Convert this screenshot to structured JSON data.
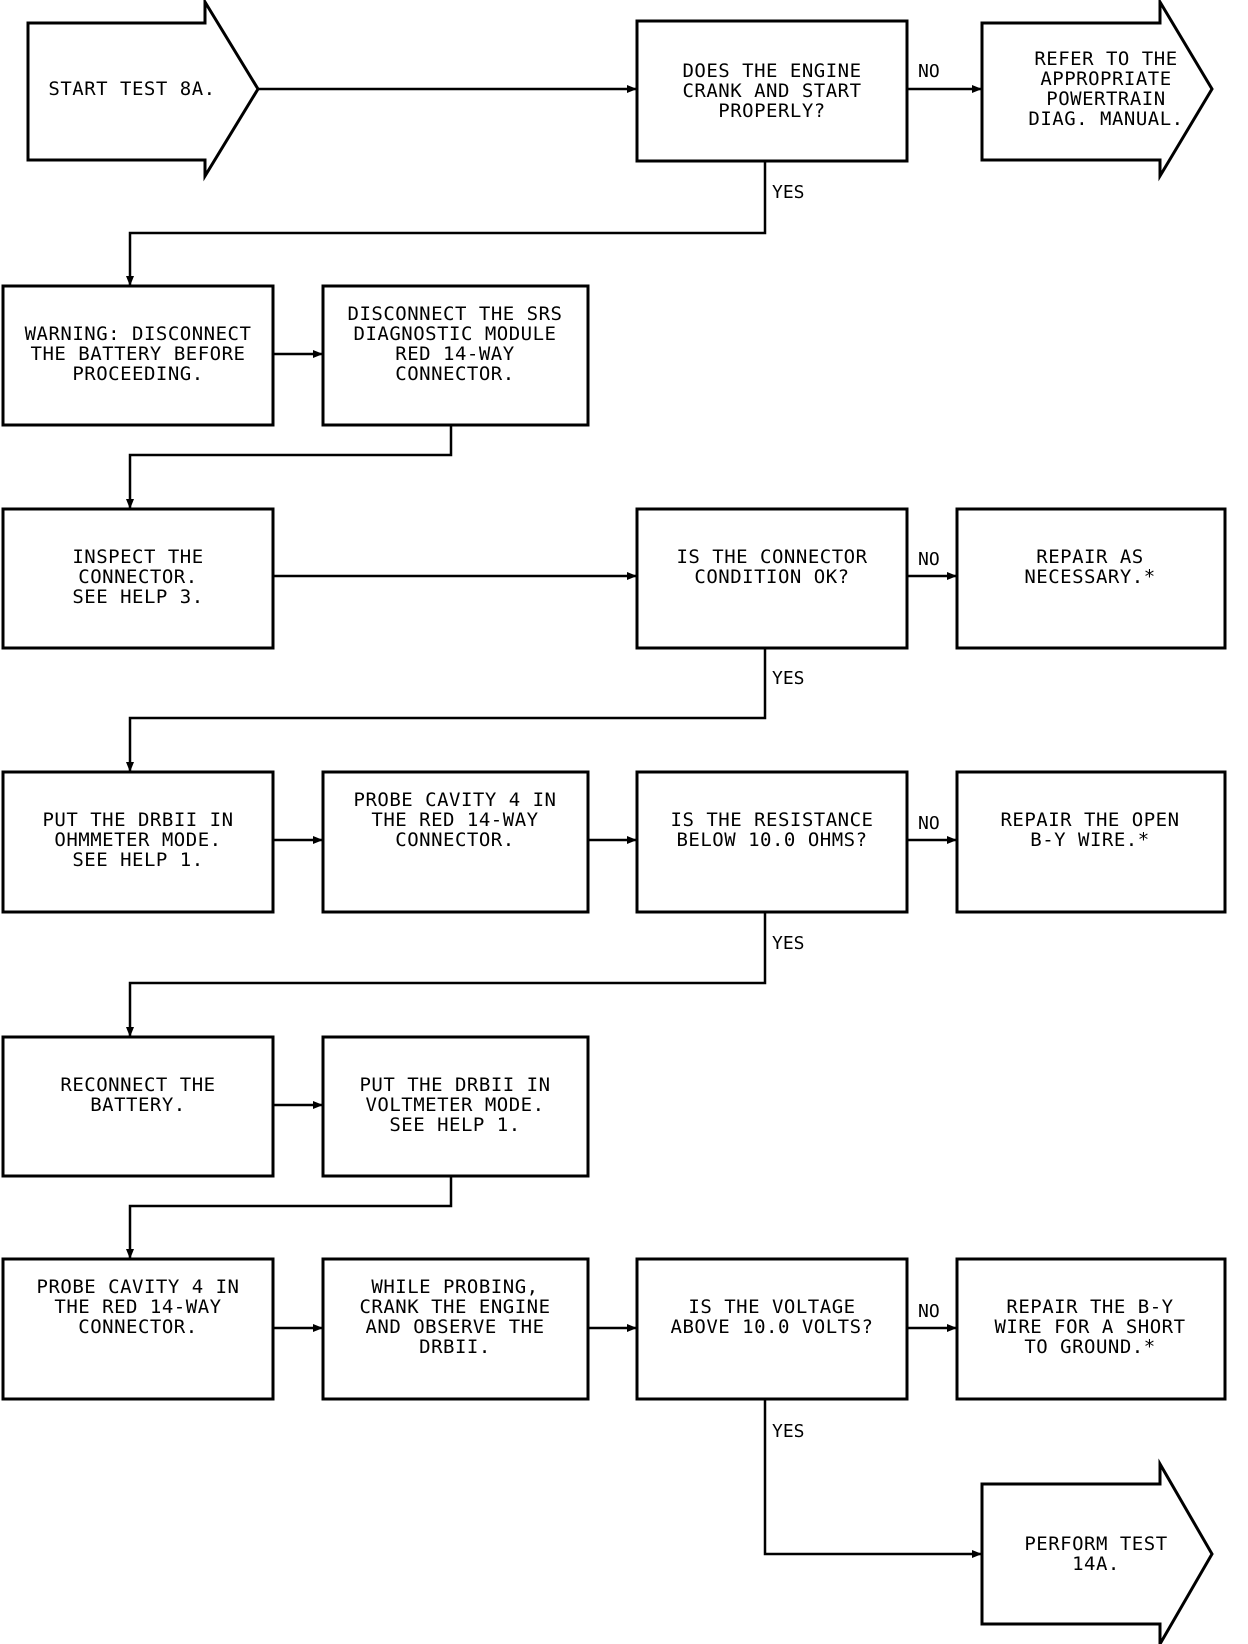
{
  "colors": {
    "line": "#000000",
    "background": "#ffffff"
  },
  "nodes": {
    "start": {
      "lines": [
        "START TEST 8A."
      ]
    },
    "q_crank": {
      "lines": [
        "DOES THE ENGINE",
        "CRANK AND START",
        "PROPERLY?"
      ]
    },
    "refer_manual": {
      "lines": [
        "REFER TO THE",
        "APPROPRIATE",
        "POWERTRAIN",
        "DIAG. MANUAL."
      ]
    },
    "warning": {
      "lines": [
        "WARNING:  DISCONNECT",
        "THE BATTERY BEFORE",
        "PROCEEDING."
      ]
    },
    "disconnect": {
      "lines": [
        "DISCONNECT THE SRS",
        "DIAGNOSTIC MODULE",
        "RED 14-WAY",
        "CONNECTOR."
      ]
    },
    "inspect": {
      "lines": [
        "INSPECT THE",
        "CONNECTOR.",
        "SEE HELP 3."
      ]
    },
    "q_connector": {
      "lines": [
        "IS THE CONNECTOR",
        "CONDITION OK?"
      ]
    },
    "repair_connector": {
      "lines": [
        "REPAIR AS",
        "NECESSARY.*"
      ]
    },
    "ohmmeter": {
      "lines": [
        "PUT THE DRBII IN",
        "OHMMETER MODE.",
        "SEE HELP 1."
      ]
    },
    "probe1": {
      "lines": [
        "PROBE CAVITY 4 IN",
        "THE RED 14-WAY",
        "CONNECTOR."
      ]
    },
    "q_resistance": {
      "lines": [
        "IS THE RESISTANCE",
        "BELOW 10.0 OHMS?"
      ]
    },
    "repair_open": {
      "lines": [
        "REPAIR THE OPEN",
        "B-Y WIRE.*"
      ]
    },
    "reconnect": {
      "lines": [
        "RECONNECT THE",
        "BATTERY."
      ]
    },
    "voltmeter": {
      "lines": [
        "PUT THE DRBII IN",
        "VOLTMETER MODE.",
        "SEE HELP 1."
      ]
    },
    "probe2": {
      "lines": [
        "PROBE CAVITY 4 IN",
        "THE RED 14-WAY",
        "CONNECTOR."
      ]
    },
    "while_probing": {
      "lines": [
        "WHILE PROBING,",
        "CRANK THE ENGINE",
        "AND OBSERVE THE",
        "DRBII."
      ]
    },
    "q_voltage": {
      "lines": [
        "IS THE VOLTAGE",
        "ABOVE 10.0 VOLTS?"
      ]
    },
    "repair_short": {
      "lines": [
        "REPAIR THE B-Y",
        "WIRE FOR A SHORT",
        "TO GROUND.*"
      ]
    },
    "perform": {
      "lines": [
        "PERFORM TEST",
        "14A."
      ]
    }
  },
  "edge_labels": {
    "no_1": "NO",
    "yes_1": "YES",
    "no_2": "NO",
    "yes_2": "YES",
    "no_3": "NO",
    "yes_3": "YES",
    "no_4": "NO",
    "yes_4": "YES"
  }
}
